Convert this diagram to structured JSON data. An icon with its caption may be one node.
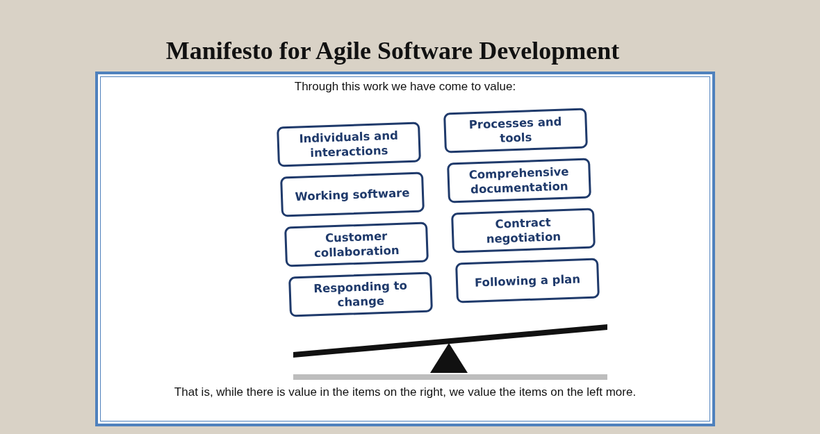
{
  "diagram": {
    "title": "Manifesto for Agile Software Development",
    "nodes": [
      {
        "text": [
          "Through this work we have come to value:",
          "That is, while there is value in the items on the right,  we value the items on the left more."
        ]
      },
      {
        "text": [
          "Individuals and interactions"
        ],
        "in": 0
      },
      {
        "text": [
          "Processes and tools"
        ],
        "in": 0
      },
      {
        "text": [
          "Working software"
        ],
        "in": 0
      },
      {
        "text": [
          "Comprehensive documentation"
        ],
        "in": 0
      },
      {
        "text": [
          "Customer collaboration"
        ],
        "in": 0
      },
      {
        "text": [
          "Contract negotiation"
        ],
        "in": 0
      },
      {
        "text": [
          "Responding to change"
        ],
        "in": 0
      },
      {
        "text": [
          "Following a plan"
        ],
        "in": 0
      }
    ]
  }
}
